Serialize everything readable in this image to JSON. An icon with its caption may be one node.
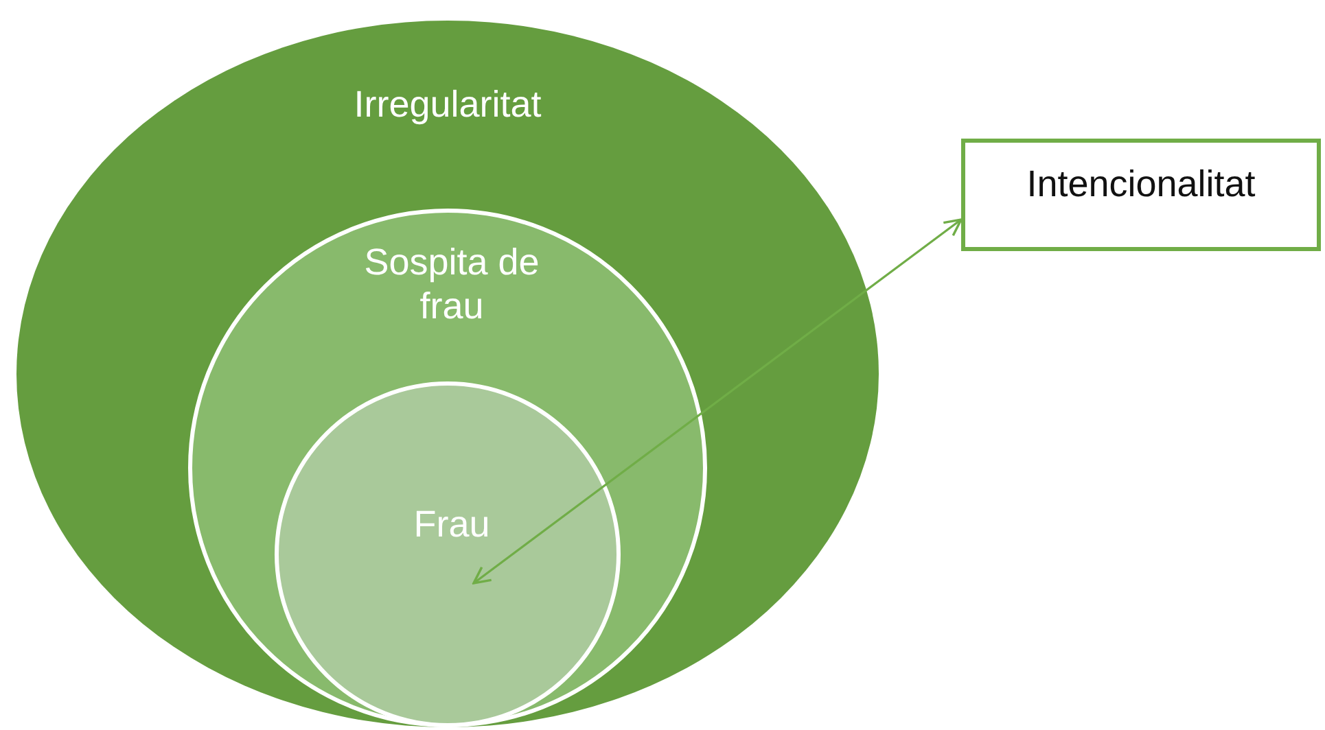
{
  "diagram": {
    "nodes": [
      {
        "text": [
          "Irregularitat"
        ]
      },
      {
        "text": [
          "Sospita de frau"
        ],
        "in": 0
      },
      {
        "text": [
          "Frau"
        ],
        "in": 1
      },
      {
        "text": [
          "Intencionalitat"
        ]
      }
    ],
    "edges": [
      {
        "from": 2,
        "to": 3,
        "arrow": "both"
      }
    ]
  }
}
